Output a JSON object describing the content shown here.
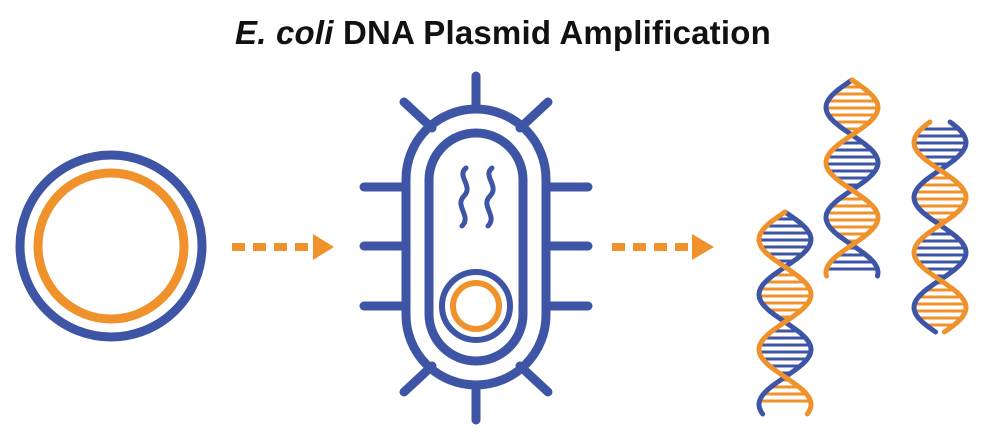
{
  "title": {
    "italic_part": "E. coli",
    "rest": " DNA Plasmid Amplification"
  },
  "colors": {
    "blue": "#3E55A6",
    "orange": "#F0922C",
    "text": "#111111"
  },
  "stages": [
    {
      "name": "plasmid",
      "icon": "plasmid-ring-icon"
    },
    {
      "name": "e-coli-cell",
      "icon": "bacterium-icon"
    },
    {
      "name": "amplified-dna",
      "icon": "dna-helix-icon"
    }
  ],
  "arrows": [
    {
      "name": "arrow-plasmid-to-cell",
      "icon": "dashed-arrow-icon"
    },
    {
      "name": "arrow-cell-to-dna",
      "icon": "dashed-arrow-icon"
    }
  ]
}
